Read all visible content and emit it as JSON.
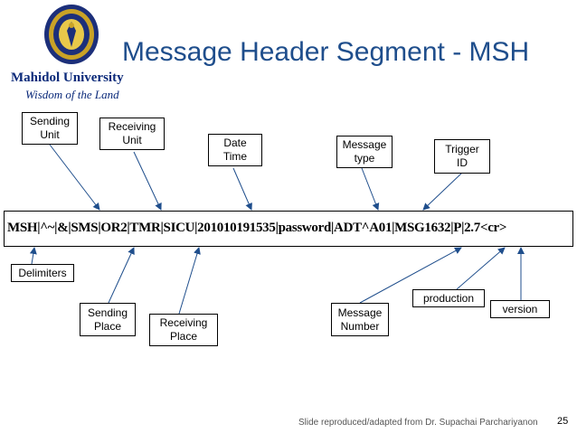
{
  "header": {
    "title": "Message Header Segment - MSH",
    "brand_name": "Mahidol University",
    "brand_tagline": "Wisdom of the Land"
  },
  "message": "MSH|^~|&|SMS|OR2|TMR|SICU|201010191535|password|ADT^A01|MSG1632|P|2.7<cr>",
  "labels": {
    "sending_unit": "Sending\nUnit",
    "receiving_unit": "Receiving\nUnit",
    "date_time": "Date\nTime",
    "message_type": "Message\ntype",
    "trigger_id": "Trigger\nID",
    "delimiters": "Delimiters",
    "sending_place": "Sending\nPlace",
    "receiving_place": "Receiving\nPlace",
    "message_number": "Message\nNumber",
    "production": "production",
    "version": "version"
  },
  "footer": {
    "credit": "Slide reproduced/adapted from Dr. Supachai Parchariyanon",
    "page_number": "25"
  }
}
